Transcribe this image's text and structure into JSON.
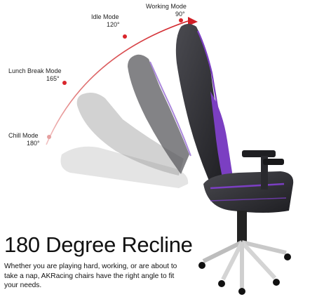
{
  "recline_modes": [
    {
      "name": "Working Mode",
      "angle": "90°"
    },
    {
      "name": "Idle Mode",
      "angle": "120°"
    },
    {
      "name": "Lunch Break Mode",
      "angle": "165°"
    },
    {
      "name": "Chill Mode",
      "angle": "180°"
    }
  ],
  "headline": "180 Degree Recline",
  "description": "Whether you are playing hard, working, or are about to take a nap, AKRacing chairs have the right angle to fit your needs.",
  "colors": {
    "arc": "#d9262c",
    "accent_purple": "#7b3fc2",
    "chair_dark": "#2b2b2f",
    "ghost_chair": "#c8c8c8"
  }
}
